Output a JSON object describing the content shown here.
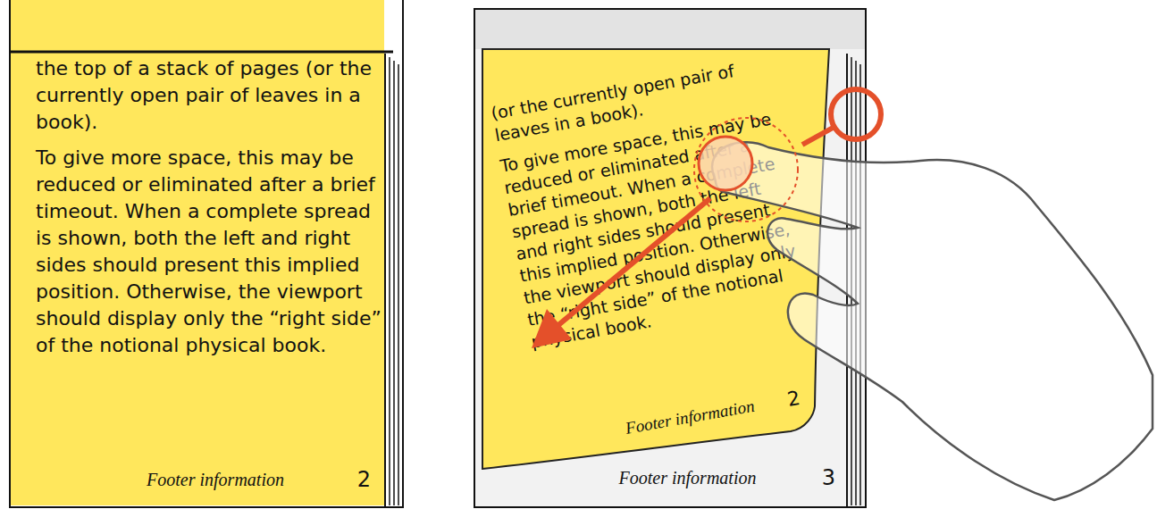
{
  "diagram": {
    "nodes": [
      {
        "text": [
          "the top of a stack of pages (or the currently open pair of leaves in a book).",
          "To give more space, this may be reduced or eliminated after a brief timeout. When a complete spread is shown, both the left and right sides should present this implied position. Otherwise, the viewport should display only the “right side” of the notional physical book.",
          "Footer information",
          "2"
        ]
      },
      {
        "text": [
          "Footer information",
          "3"
        ]
      },
      {
        "text": [
          "(or the currently open pair of leaves in a book).",
          "To give more space, this may be reduced or eliminated after a brief timeout. When a complete spread is shown, both the left and right sides should present this implied position. Otherwise, the viewport should display only the “right side” of the notional physical book.",
          "Footer information",
          "2"
        ],
        "in": 1
      }
    ]
  }
}
